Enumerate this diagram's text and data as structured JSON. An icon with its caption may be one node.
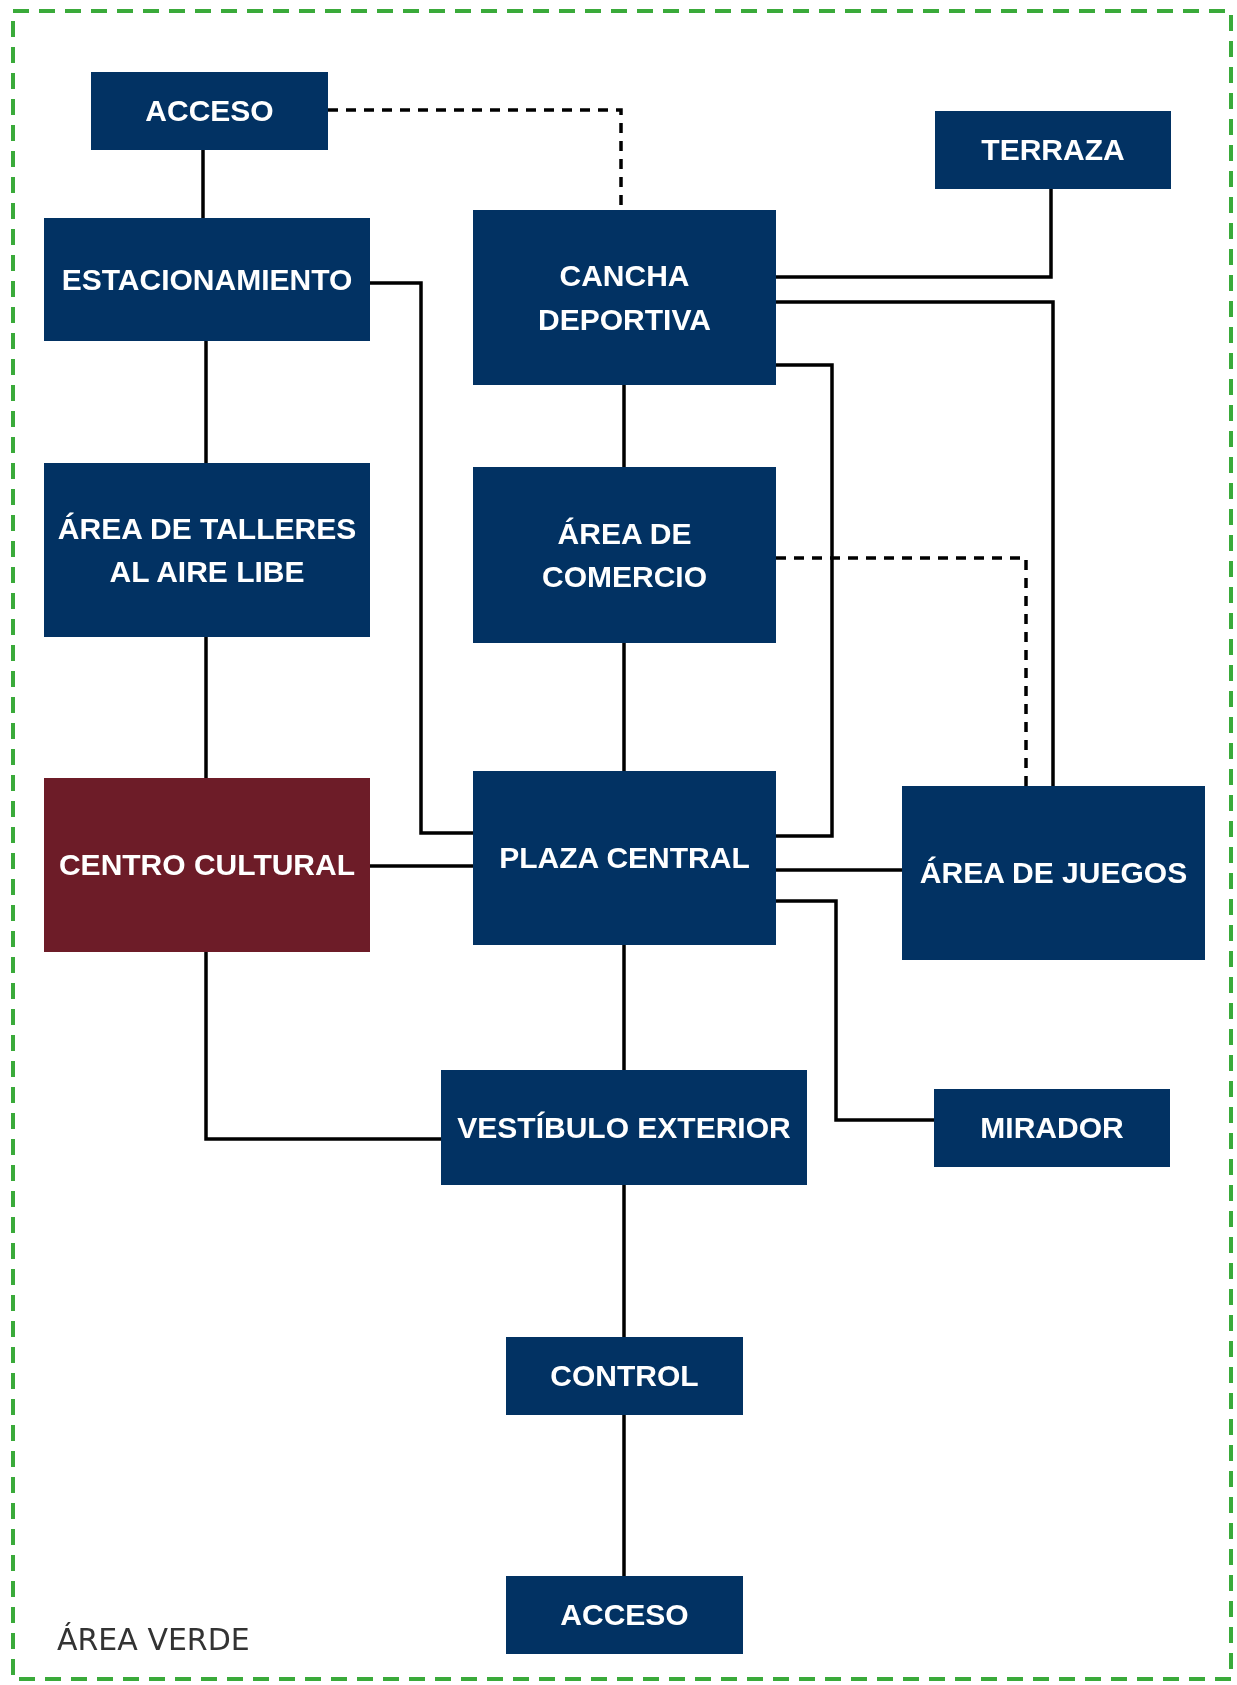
{
  "diagram": {
    "nodes": [
      {
        "text": [
          "ÁREA VERDE"
        ]
      },
      {
        "text": [
          "ACCESO"
        ],
        "in": 0
      },
      {
        "text": [
          "TERRAZA"
        ],
        "in": 0
      },
      {
        "text": [
          "ESTACIONAMIENTO"
        ],
        "in": 0
      },
      {
        "text": [
          "CANCHA DEPORTIVA"
        ],
        "in": 0
      },
      {
        "text": [
          "ÁREA DE TALLERES AL AIRE LIBE"
        ],
        "in": 0
      },
      {
        "text": [
          "ÁREA DE COMERCIO"
        ],
        "in": 0
      },
      {
        "text": [
          "CENTRO CULTURAL"
        ],
        "in": 0
      },
      {
        "text": [
          "PLAZA CENTRAL"
        ],
        "in": 0
      },
      {
        "text": [
          "ÁREA DE JUEGOS"
        ],
        "in": 0
      },
      {
        "text": [
          "VESTÍBULO EXTERIOR"
        ],
        "in": 0
      },
      {
        "text": [
          "MIRADOR"
        ],
        "in": 0
      },
      {
        "text": [
          "CONTROL"
        ],
        "in": 0
      },
      {
        "text": [
          "ACCESO"
        ],
        "in": 0
      }
    ],
    "edges": [
      {
        "from": 1,
        "to": 4,
        "arrow": "none",
        "style": "dashed"
      },
      {
        "from": 1,
        "to": 3,
        "arrow": "none"
      },
      {
        "from": 3,
        "to": 5,
        "arrow": "none"
      },
      {
        "from": 5,
        "to": 7,
        "arrow": "none"
      },
      {
        "from": 3,
        "to": 8,
        "arrow": "none"
      },
      {
        "from": 4,
        "to": 2,
        "arrow": "none"
      },
      {
        "from": 4,
        "to": 9,
        "arrow": "none"
      },
      {
        "from": 4,
        "to": 8,
        "arrow": "none"
      },
      {
        "from": 4,
        "to": 6,
        "arrow": "none"
      },
      {
        "from": 6,
        "to": 8,
        "arrow": "none"
      },
      {
        "from": 6,
        "to": 9,
        "arrow": "none",
        "style": "dashed"
      },
      {
        "from": 7,
        "to": 8,
        "arrow": "none"
      },
      {
        "from": 8,
        "to": 9,
        "arrow": "none"
      },
      {
        "from": 8,
        "to": 11,
        "arrow": "none"
      },
      {
        "from": 8,
        "to": 10,
        "arrow": "none"
      },
      {
        "from": 7,
        "to": 10,
        "arrow": "none"
      },
      {
        "from": 10,
        "to": 12,
        "arrow": "none"
      },
      {
        "from": 12,
        "to": 13,
        "arrow": "none"
      }
    ]
  }
}
